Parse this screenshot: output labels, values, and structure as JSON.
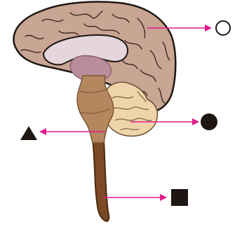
{
  "diagram": {
    "subject": "brain-sagittal-section",
    "colors": {
      "cerebrum": "#c9a594",
      "cerebrum_folds": "#3b2a22",
      "corpus_callosum": "#e4d6dc",
      "thalamus": "#b98d9c",
      "midbrain": "#b4875f",
      "cerebellum": "#efd4aa",
      "spinal_cord": "#7c4a24",
      "arrow": "#e0198c",
      "outline": "#1e1612"
    },
    "markers": [
      {
        "id": "cerebrum-marker",
        "shape": "circle-outline",
        "points_to": "cerebrum"
      },
      {
        "id": "cerebellum-marker",
        "shape": "circle-filled",
        "points_to": "cerebellum"
      },
      {
        "id": "brainstem-marker",
        "shape": "triangle-filled",
        "points_to": "brainstem"
      },
      {
        "id": "spinal-cord-marker",
        "shape": "square-filled",
        "points_to": "spinal-cord"
      }
    ]
  }
}
